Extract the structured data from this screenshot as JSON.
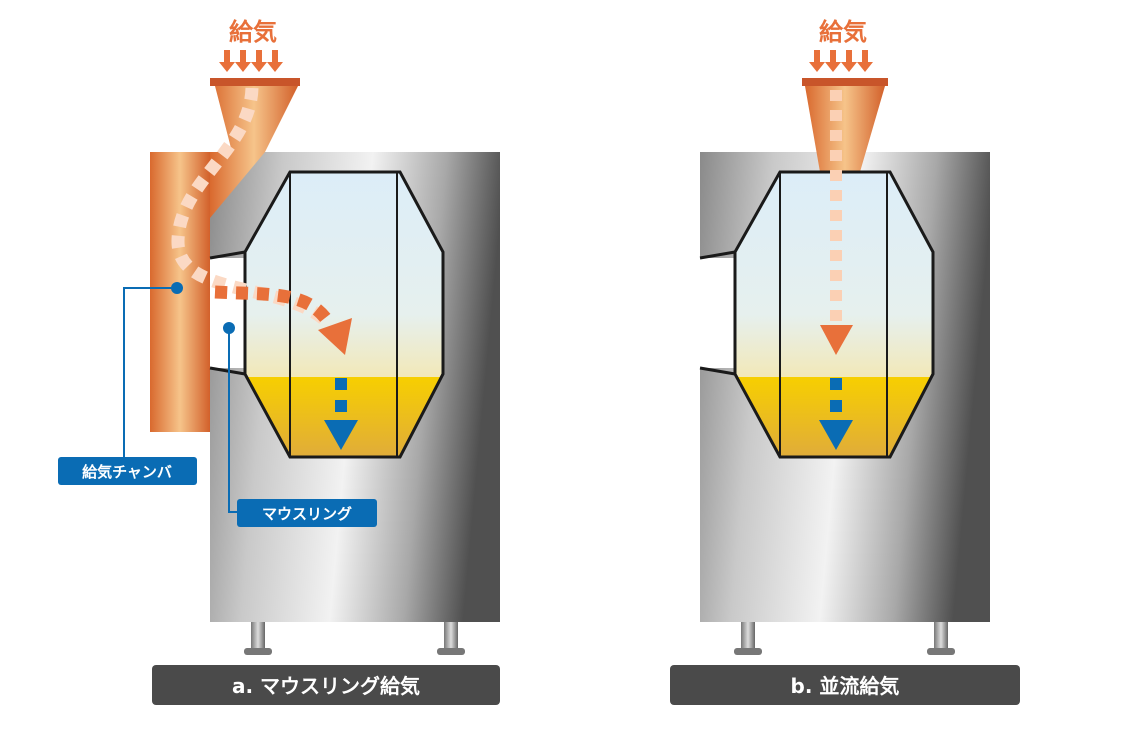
{
  "diagram_a": {
    "inlet_label": "給気",
    "chamber_label": "給気チャンバ",
    "mouth_ring_label": "マウスリング",
    "caption": "a. マウスリング給気"
  },
  "diagram_b": {
    "inlet_label": "給気",
    "caption": "b. 並流給気"
  },
  "colors": {
    "air_orange": "#e8703a",
    "label_blue": "#0a6cb4",
    "caption_bg": "#4a4a4a",
    "product_yellow": "#f5c400"
  }
}
